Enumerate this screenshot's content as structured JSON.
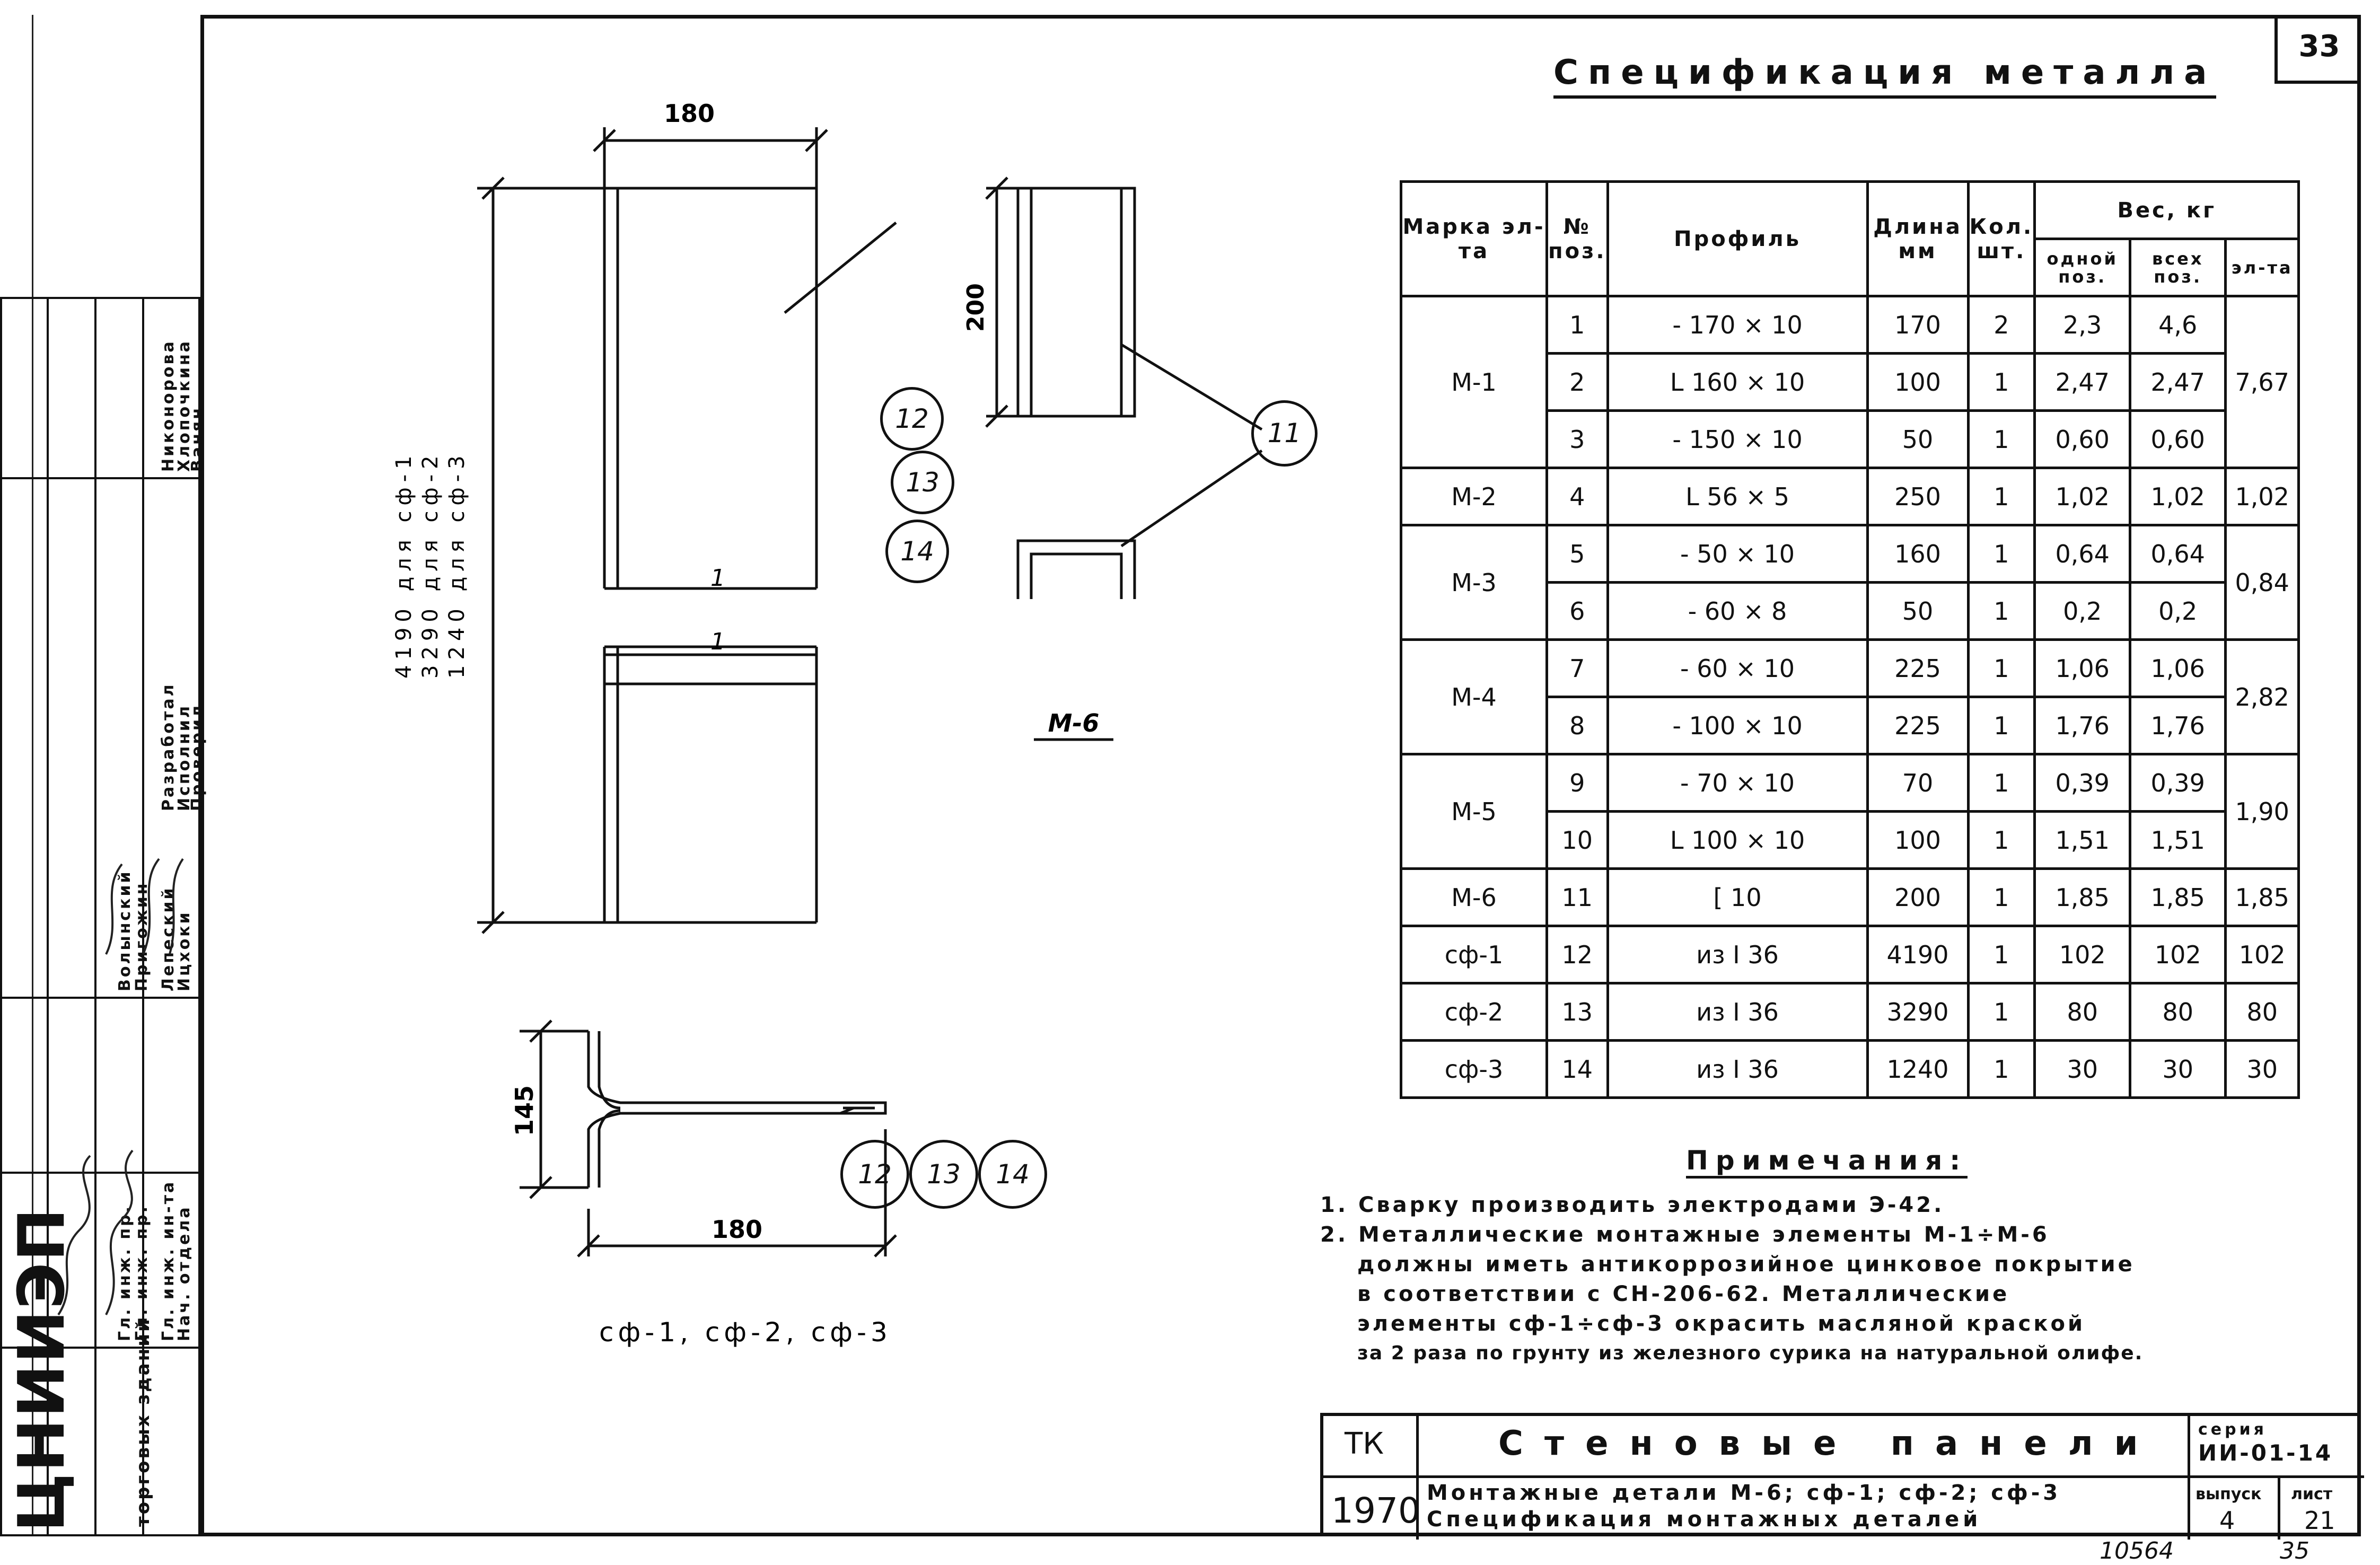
{
  "sheet_number": "33",
  "title": "Спецификация металла",
  "drawings": {
    "plate": {
      "width_dim": "180",
      "heights": [
        "4190 для сф-1",
        "3290 для сф-2",
        "1240 для сф-3"
      ],
      "mark_1": "1",
      "mark_2": "1"
    },
    "channel": {
      "height_dim": "200",
      "callout": "11",
      "label": "М-6"
    },
    "callouts_upper": [
      "12",
      "13",
      "14"
    ],
    "tee": {
      "height_dim": "145",
      "width_dim": "180",
      "callouts": [
        "12",
        "13",
        "14"
      ],
      "label": "сф-1,  сф-2,  сф-3"
    }
  },
  "table": {
    "headers": {
      "mark": "Марка эл-та",
      "pos": "№ поз.",
      "profile": "Профиль",
      "length": "Длина мм",
      "qty": "Кол. шт.",
      "weight": "Вес, кг",
      "w_one": "одной поз.",
      "w_all": "всех поз.",
      "w_el": "эл-та"
    },
    "groups": [
      {
        "mark": "М-1",
        "total": "7,67",
        "rows": [
          {
            "pos": "1",
            "profile": "- 170 × 10",
            "length": "170",
            "qty": "2",
            "one": "2,3",
            "all": "4,6"
          },
          {
            "pos": "2",
            "profile": "L 160 × 10",
            "length": "100",
            "qty": "1",
            "one": "2,47",
            "all": "2,47"
          },
          {
            "pos": "3",
            "profile": "- 150 × 10",
            "length": "50",
            "qty": "1",
            "one": "0,60",
            "all": "0,60"
          }
        ]
      },
      {
        "mark": "М-2",
        "total": "1,02",
        "rows": [
          {
            "pos": "4",
            "profile": "L 56 × 5",
            "length": "250",
            "qty": "1",
            "one": "1,02",
            "all": "1,02"
          }
        ]
      },
      {
        "mark": "М-3",
        "total": "0,84",
        "rows": [
          {
            "pos": "5",
            "profile": "- 50 × 10",
            "length": "160",
            "qty": "1",
            "one": "0,64",
            "all": "0,64"
          },
          {
            "pos": "6",
            "profile": "- 60 × 8",
            "length": "50",
            "qty": "1",
            "one": "0,2",
            "all": "0,2"
          }
        ]
      },
      {
        "mark": "М-4",
        "total": "2,82",
        "rows": [
          {
            "pos": "7",
            "profile": "- 60 × 10",
            "length": "225",
            "qty": "1",
            "one": "1,06",
            "all": "1,06"
          },
          {
            "pos": "8",
            "profile": "- 100 × 10",
            "length": "225",
            "qty": "1",
            "one": "1,76",
            "all": "1,76"
          }
        ]
      },
      {
        "mark": "М-5",
        "total": "1,90",
        "rows": [
          {
            "pos": "9",
            "profile": "- 70 × 10",
            "length": "70",
            "qty": "1",
            "one": "0,39",
            "all": "0,39"
          },
          {
            "pos": "10",
            "profile": "L 100 × 10",
            "length": "100",
            "qty": "1",
            "one": "1,51",
            "all": "1,51"
          }
        ]
      },
      {
        "mark": "М-6",
        "total": "1,85",
        "rows": [
          {
            "pos": "11",
            "profile": "[ 10",
            "length": "200",
            "qty": "1",
            "one": "1,85",
            "all": "1,85"
          }
        ]
      },
      {
        "mark": "сф-1",
        "total": "102",
        "rows": [
          {
            "pos": "12",
            "profile": "из I 36",
            "length": "4190",
            "qty": "1",
            "one": "102",
            "all": "102"
          }
        ]
      },
      {
        "mark": "сф-2",
        "total": "80",
        "rows": [
          {
            "pos": "13",
            "profile": "из I 36",
            "length": "3290",
            "qty": "1",
            "one": "80",
            "all": "80"
          }
        ]
      },
      {
        "mark": "сф-3",
        "total": "30",
        "rows": [
          {
            "pos": "14",
            "profile": "из I 36",
            "length": "1240",
            "qty": "1",
            "one": "30",
            "all": "30"
          }
        ]
      }
    ]
  },
  "notes": {
    "heading": "Примечания:",
    "n1": "1. Сварку производить электродами Э-42.",
    "n2a": "2. Металлические монтажные элементы М-1÷М-6",
    "n2b": "должны иметь антикоррозийное цинковое покрытие",
    "n2c": "в соответствии с СН-206-62.   Металлические",
    "n2d": "элементы сф-1÷сф-3 окрасить масляной краской",
    "n2e": "за 2 раза по грунту из железного сурика на натуральной олифе."
  },
  "title_block": {
    "code": "ТК",
    "name": "Стеновые панели",
    "series_label": "серия",
    "series": "ИИ-01-14",
    "year": "1970",
    "subtitle_1": "Монтажные детали М-6; сф-1; сф-2; сф-3",
    "subtitle_2": "Спецификация монтажных деталей",
    "issue_label": "выпуск",
    "issue": "4",
    "sheet_label": "лист",
    "sheet": "21"
  },
  "stamp": {
    "org": "ЦНИИЭП",
    "org_sub": "торговых зданий",
    "roles": [
      "Гл. инж. ин-та",
      "Нач. отдела",
      "Гл. инж. пр.",
      "Гл. инж. пр."
    ],
    "names": [
      "Лепеский",
      "Ицхоки",
      "Волынский",
      "Пригожин"
    ],
    "roles2": [
      "Разработал",
      "Исполнил",
      "Проверил"
    ],
    "names2": [
      "Никонорова",
      "Хлопочкина",
      "Ванян"
    ]
  },
  "archive_number": "10564",
  "page_footer": "35"
}
